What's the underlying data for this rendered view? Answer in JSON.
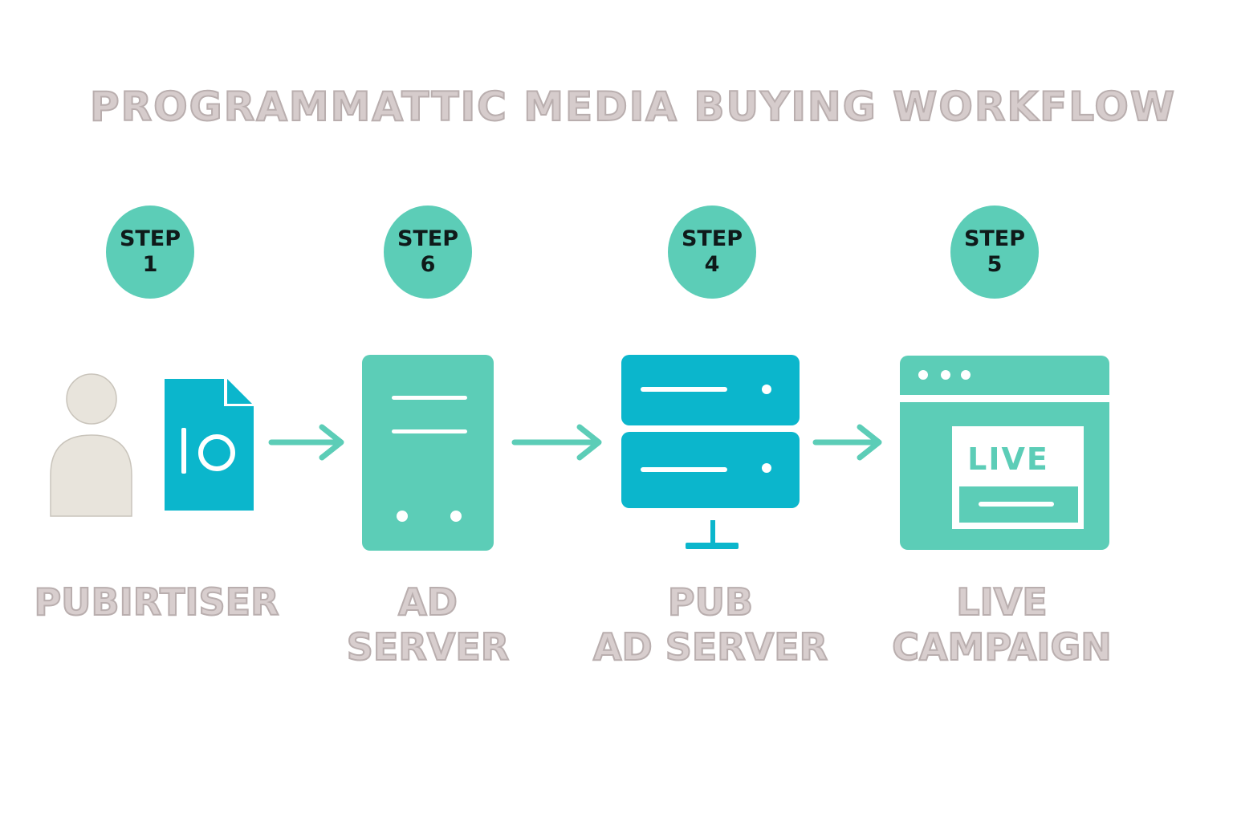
{
  "title": "PROGRAMMATTIC MEDIA BUYING WORKFLOW",
  "steps": [
    {
      "word": "STEP",
      "number": "1"
    },
    {
      "word": "STEP",
      "number": "6"
    },
    {
      "word": "STEP",
      "number": "4"
    },
    {
      "word": "STEP",
      "number": "5"
    }
  ],
  "nodes": [
    {
      "line1": "PUBIRTISER",
      "line2": ""
    },
    {
      "line1": "AD",
      "line2": "SERVER"
    },
    {
      "line1": "PUB",
      "line2": "AD SERVER"
    },
    {
      "line1": "LIVE",
      "line2": "CAMPAIGN"
    }
  ],
  "live_badge": "LIVE",
  "colors": {
    "teal": "#5ccdb7",
    "cyan": "#0bb6cc",
    "figure": "#e8e4dc",
    "label": "#d8cece"
  },
  "icons": [
    "person-icon",
    "document-icon",
    "server-tower-icon",
    "server-rack-icon",
    "browser-window-icon",
    "arrow-right-icon"
  ]
}
